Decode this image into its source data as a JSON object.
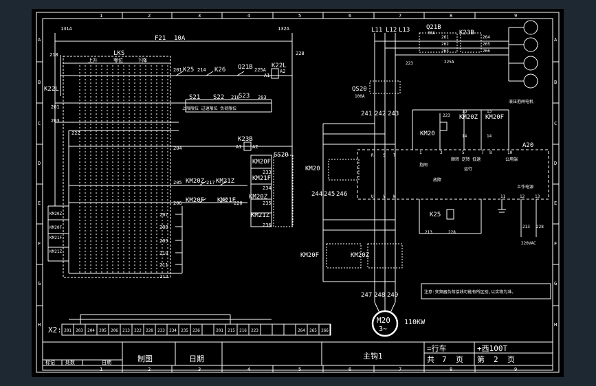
{
  "sheet": {
    "col_nums": [
      "1",
      "2",
      "3",
      "4",
      "5",
      "6",
      "7",
      "8",
      "9"
    ],
    "row_letters": [
      "A",
      "B",
      "C",
      "D",
      "E",
      "F",
      "G",
      "H"
    ]
  },
  "control": {
    "left_cable": "131A",
    "right_cable": "132A",
    "fuse": "F21",
    "fuse_rating": "10A",
    "wire_218": "218",
    "wire_228": "228",
    "k22l": "K22L",
    "wire_201": "201",
    "wire_203": "203",
    "wire_222": "222",
    "lks": "LKS",
    "lks_up": "上升",
    "lks_zero": "零位",
    "lks_down": "下降",
    "k25": "K25",
    "k26": "K26",
    "q21b": "Q21B",
    "k22l_coil": "K22L",
    "w_214": "214",
    "w_225a": "225A",
    "a1": "A1",
    "a2": "A2",
    "s21": "S21",
    "s22": "S22",
    "s23": "S23",
    "w_216": "216",
    "w_203b": "203",
    "limit_label": "上限限位 过速限位 负荷限位",
    "k23b": "K23B",
    "w_204": "204",
    "ss20": "SS20",
    "km20f": "KM20F",
    "km21f": "KM21F",
    "km20z": "KM20Z",
    "km21z": "KM21Z",
    "km20z_c": "KM20Z",
    "km21z_c": "KM21Z",
    "km20f_c": "KM20F",
    "km21f_c": "KM21F",
    "w_205": "205",
    "w_206": "206",
    "w_207": "207",
    "w_208": "208",
    "w_209": "209",
    "w_210": "210",
    "w_211": "211",
    "w_212": "212",
    "w_217": "217",
    "w_220": "220",
    "w_233": "233",
    "w_234": "234",
    "w_235": "235",
    "w_236": "236",
    "left_km20z": "KM20Z",
    "left_km21f": "KM21F",
    "left_km20f": "KM20F",
    "left_km21z": "KM21Z"
  },
  "power": {
    "l11": "L11",
    "l12": "L12",
    "l13": "L13",
    "qs20": "QS20",
    "qs20_rating": "100A",
    "q21b": "Q21B",
    "q21b_rating": "30A",
    "k23b": "K23B",
    "w_241": "241",
    "w_242": "242",
    "w_243": "243",
    "km20": "KM20",
    "w_244": "244",
    "w_245": "245",
    "w_246": "246",
    "km20f": "KM20F",
    "km20z": "KM20Z",
    "w_247": "247",
    "w_248": "248",
    "w_249": "249",
    "motor": "M20",
    "motor_phase": "3~",
    "motor_power": "110KW",
    "pump_note": "液压抱闸电机",
    "w_261": "261",
    "w_262": "262",
    "w_263": "263",
    "w_264": "264",
    "w_265": "265",
    "w_266": "266",
    "w_223": "223",
    "w_225a": "225A"
  },
  "inverter": {
    "a20": "A20",
    "km20": "KM20",
    "km20z": "KM20Z",
    "km20f": "KM20F",
    "k25": "K25",
    "brake": "抱闸",
    "fault": "故障",
    "run": "运行",
    "inputs": "顺转 逆转 低速",
    "common": "公用端",
    "power_supply": "工作电源",
    "voltage": "220VAC",
    "w_213": "213",
    "w_228": "228",
    "w_223": "223",
    "n13a": "13",
    "n13b": "13",
    "n14a": "14",
    "n14b": "14",
    "t_1": "1",
    "t_3": "3",
    "t_5": "5",
    "t_7": "7",
    "t_8": "8",
    "t_10": "10",
    "t_11": "11",
    "t_12": "12",
    "t_13": "13",
    "R": "R",
    "S": "S",
    "T": "T",
    "U": "U",
    "V": "V",
    "W": "W",
    "note": "注意:变频器负荷接线可能有所区别,以实物为准。"
  },
  "terminal_strip": {
    "label": "X2:",
    "cells": [
      "201",
      "203",
      "204",
      "205",
      "206",
      "213",
      "222",
      "228",
      "233",
      "234",
      "235",
      "236",
      "",
      "201",
      "215",
      "216",
      "223",
      "",
      "",
      "",
      "264",
      "265",
      "266"
    ]
  },
  "title_block": {
    "mark": "标记",
    "count": "处数",
    "date_small": "日期",
    "drawn": "制图",
    "date": "日期",
    "drawing_name": "主钩1",
    "equipment": "=行车",
    "location": "+西100T",
    "total_label": "共",
    "total_pages": "7",
    "page_unit": "页",
    "page_label": "第",
    "page_num": "2",
    "page_unit2": "页"
  }
}
